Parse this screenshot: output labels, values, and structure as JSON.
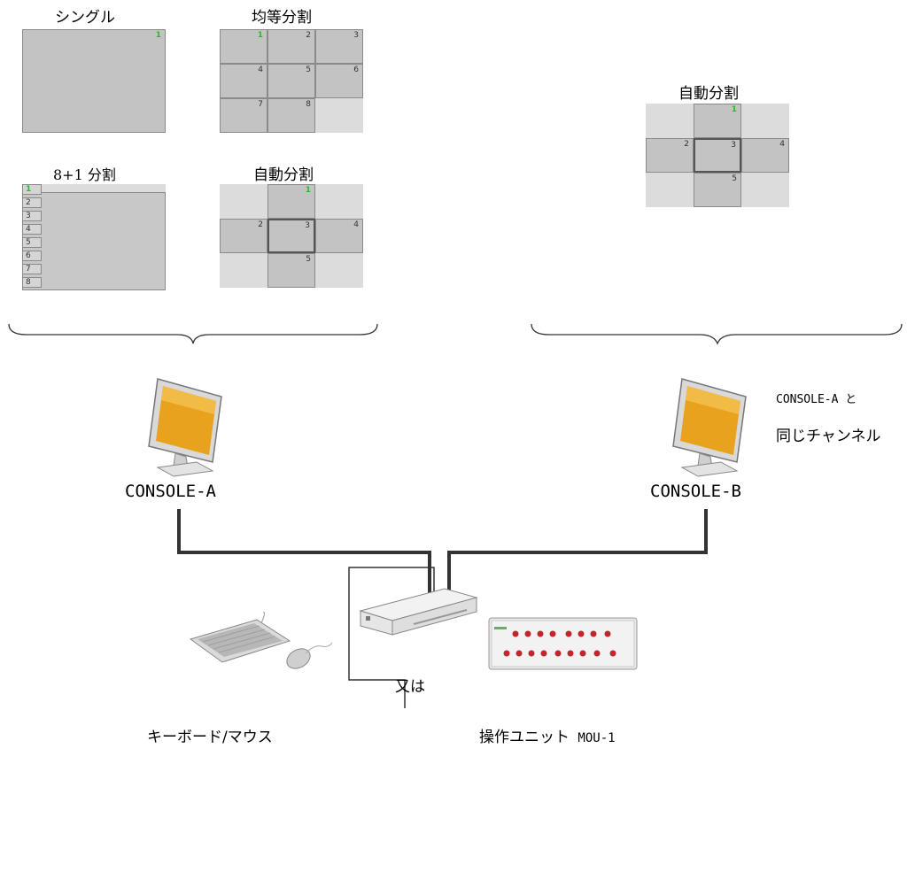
{
  "layouts": {
    "single": {
      "title": "シングル",
      "cells": [
        "1"
      ]
    },
    "equal": {
      "title": "均等分割",
      "cells": [
        "1",
        "2",
        "3",
        "4",
        "5",
        "6",
        "7",
        "8"
      ]
    },
    "eight_plus_one": {
      "title": "8+1 分割",
      "main_num": "1",
      "side": [
        "1",
        "2",
        "3",
        "4",
        "5",
        "6",
        "7",
        "8"
      ]
    },
    "auto_a": {
      "title": "自動分割",
      "cells": [
        "1",
        "2",
        "3",
        "4",
        "5"
      ]
    },
    "auto_b": {
      "title": "自動分割",
      "cells": [
        "1",
        "2",
        "3",
        "4",
        "5"
      ]
    }
  },
  "consoles": {
    "a": {
      "label": "CONSOLE-A"
    },
    "b": {
      "label": "CONSOLE-B",
      "note_line1": "CONSOLE-A と",
      "note_line2": "同じチャンネル"
    }
  },
  "inputs": {
    "keyboard_mouse": "キーボード/マウス",
    "or": "又は",
    "unit_label": "操作ユニット",
    "unit_model": "MOU-1"
  },
  "colors": {
    "pane": "#c3c3c3",
    "pane_empty": "#dcdcdc",
    "highlight_num": "#2db82d",
    "line": "#333333"
  }
}
